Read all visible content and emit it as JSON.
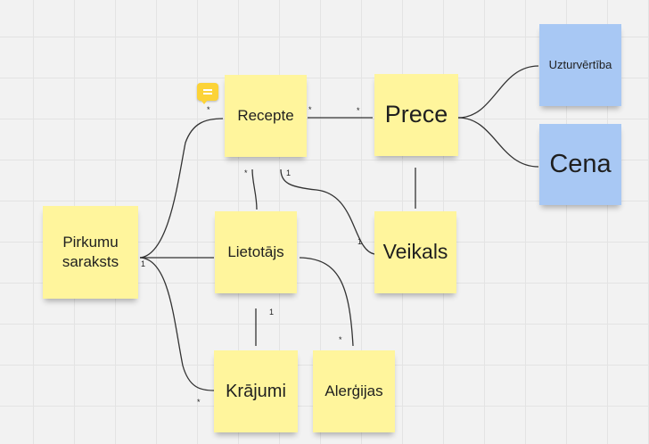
{
  "canvas": {
    "background_color": "#f2f2f2",
    "grid_color": "#e3e3e3",
    "connector_color": "#333333",
    "note_colors": {
      "yellow": "#fff59c",
      "blue": "#a8c8f4"
    },
    "comment_icon": {
      "icon": "comment-icon",
      "color": "#fcd337"
    }
  },
  "notes": {
    "recepte": "Recepte",
    "prece": "Prece",
    "uzturvertiba": "Uzturvērtība",
    "cena": "Cena",
    "pirkumu_saraksts": "Pirkumu saraksts",
    "lietotajs": "Lietotājs",
    "veikals": "Veikals",
    "krajumi": "Krājumi",
    "alergijas": "Alerģijas"
  },
  "cardinality": {
    "one": "1",
    "many": "*"
  }
}
